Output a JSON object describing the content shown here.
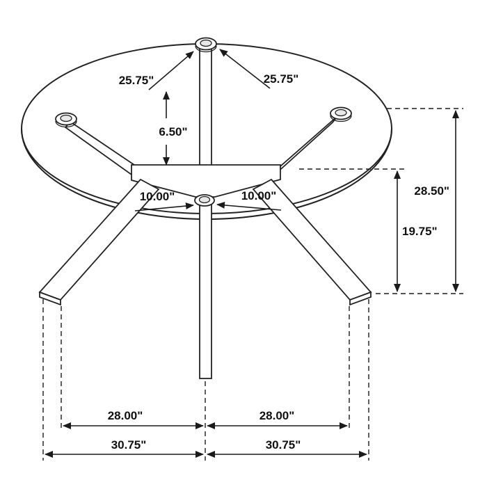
{
  "colors": {
    "line": "#1f1f1f",
    "background": "#ffffff"
  },
  "dimensions": {
    "arm_left": "25.75\"",
    "arm_right": "25.75\"",
    "frame_depth": "6.50\"",
    "hub_left": "10.00\"",
    "hub_right": "10.00\"",
    "overall_height": "28.50\"",
    "apron_height": "19.75\"",
    "foot_span_left": "28.00\"",
    "foot_span_right": "28.00\"",
    "base_width_left": "30.75\"",
    "base_width_right": "30.75\""
  }
}
